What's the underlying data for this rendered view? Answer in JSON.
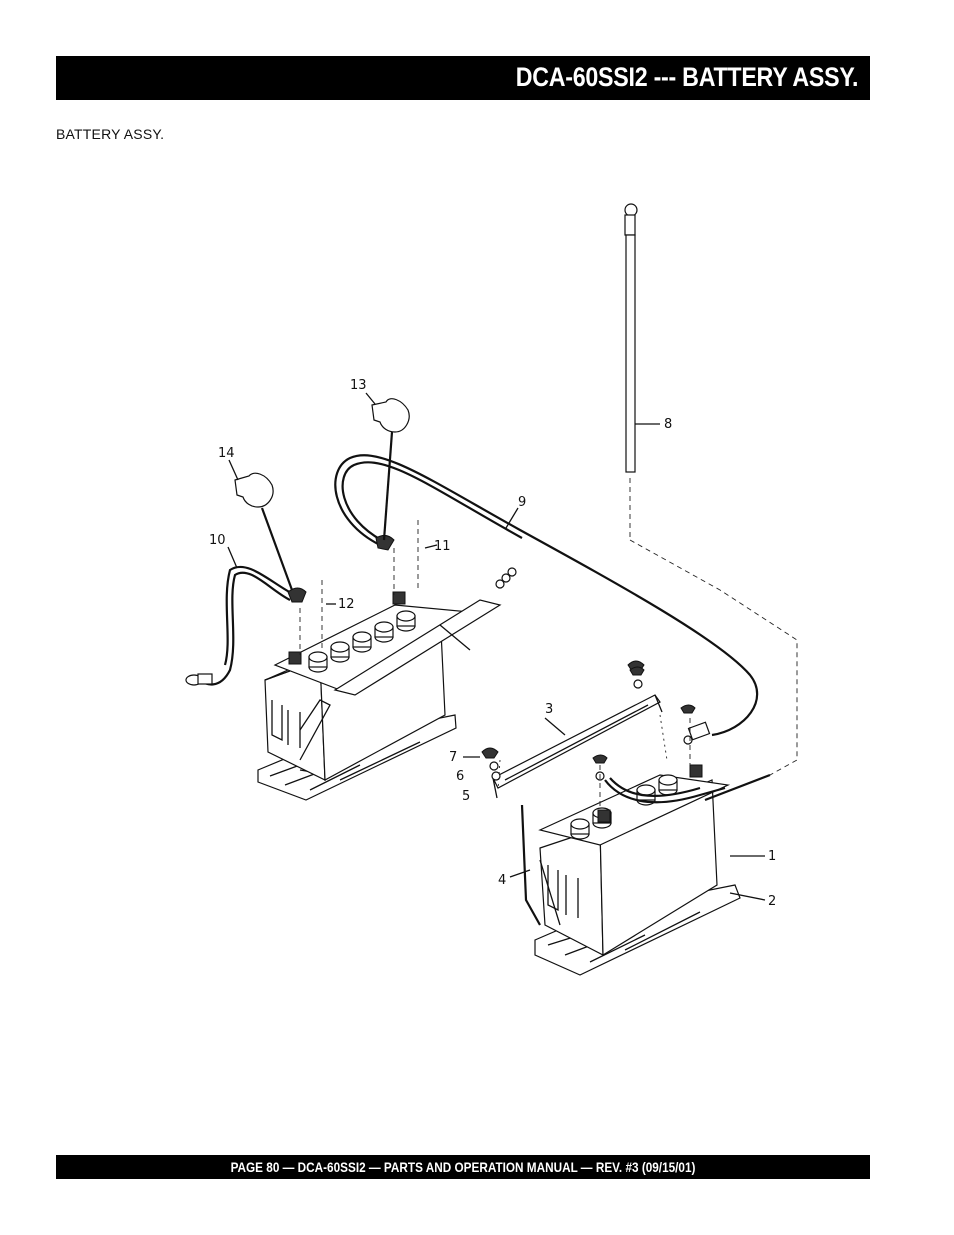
{
  "header": {
    "title": "DCA-60SSI2 --- BATTERY ASSY."
  },
  "section": {
    "title": "BATTERY ASSY."
  },
  "footer": {
    "text": "PAGE 80 — DCA-60SSI2 — PARTS AND OPERATION  MANUAL — REV. #3  (09/15/01)"
  },
  "callouts": [
    "1",
    "2",
    "3",
    "4",
    "5",
    "6",
    "7",
    "8",
    "9",
    "10",
    "11",
    "12",
    "13",
    "14"
  ]
}
